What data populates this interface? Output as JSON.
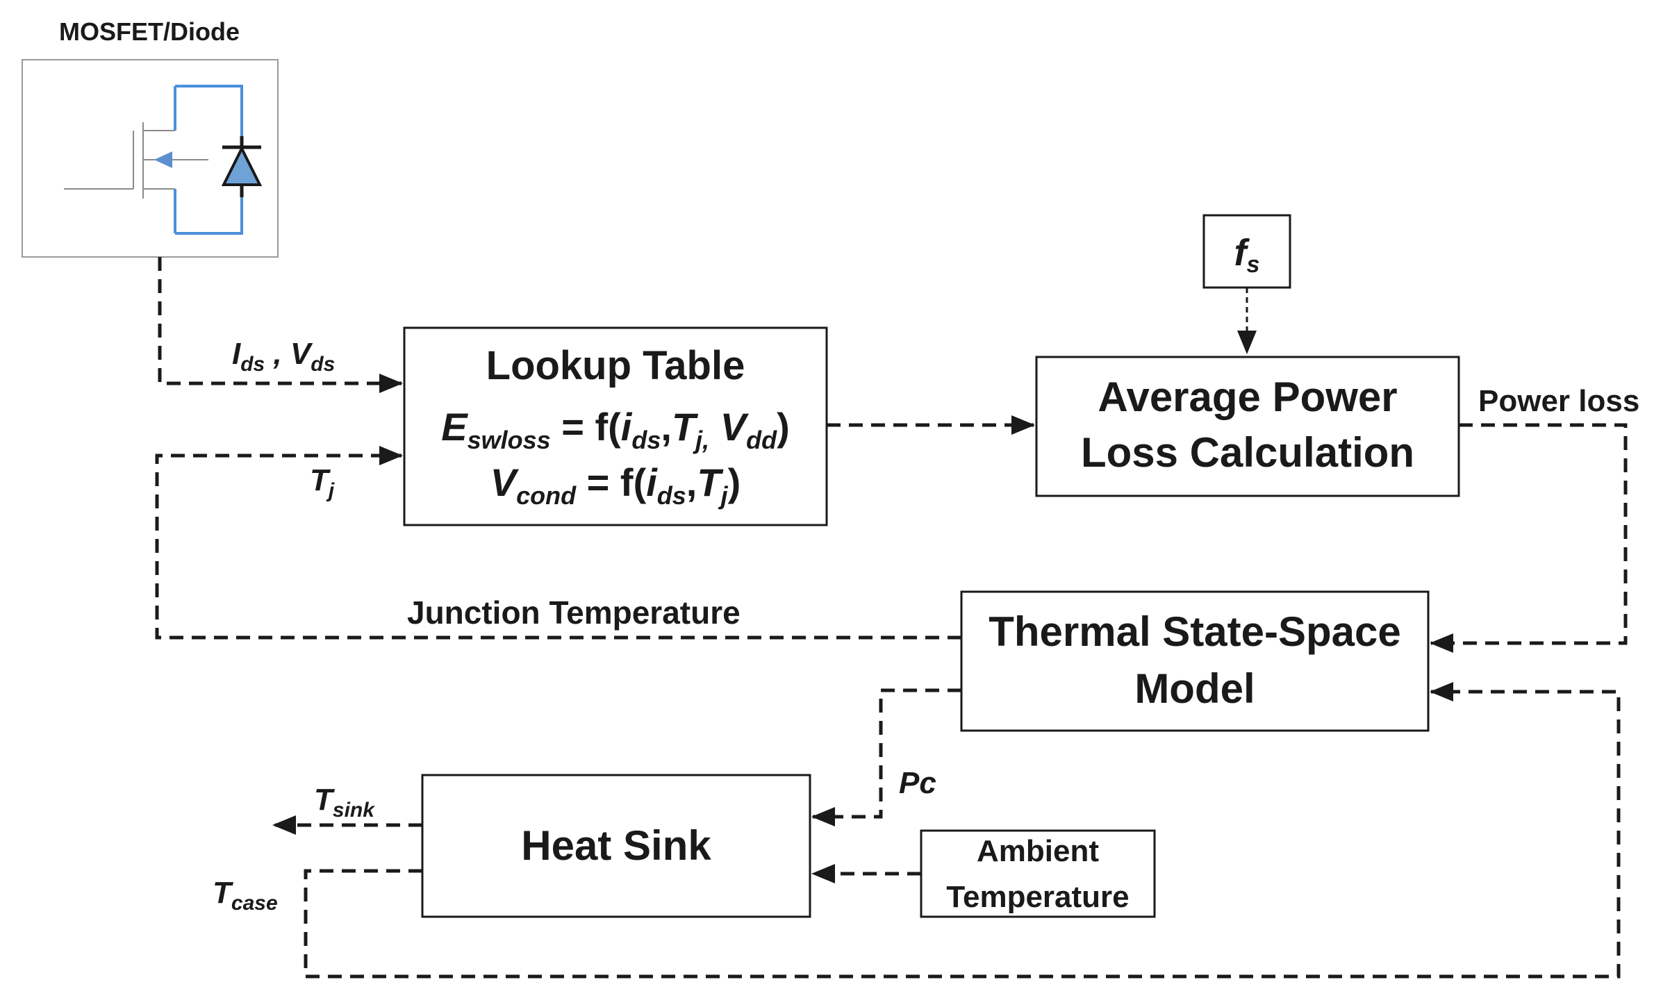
{
  "mosfet": {
    "title": "MOSFET/Diode"
  },
  "fs_box": {
    "base": "f",
    "sub": "s"
  },
  "lookup": {
    "title": "Lookup Table",
    "eq1": {
      "E": "E",
      "E_sub": "swloss",
      "eq": " = f(",
      "i": "i",
      "i_sub": "ds",
      "comma1": ",",
      "T": "T",
      "T_sub": "j,",
      "V": " V",
      "V_sub": "dd",
      "close": ")"
    },
    "eq2": {
      "V": "V",
      "V_sub": "cond",
      "eq": " = f(",
      "i": "i",
      "i_sub": "ds",
      "comma": ",",
      "T": "T",
      "T_sub": "j",
      "close": ")"
    }
  },
  "avg_power": {
    "line1": "Average Power",
    "line2": "Loss Calculation"
  },
  "thermal": {
    "line1": "Thermal State-Space",
    "line2": "Model"
  },
  "heatsink": {
    "title": "Heat Sink"
  },
  "ambient": {
    "line1": "Ambient",
    "line2": "Temperature"
  },
  "labels": {
    "ids_vds": {
      "I": "I",
      "I_sub": "ds",
      "sep": " , ",
      "V": "V",
      "V_sub": "ds"
    },
    "tj": {
      "T": "T",
      "T_sub": "j"
    },
    "power_loss": "Power loss",
    "junction_temperature": "Junction Temperature",
    "pc": "Pc",
    "tsink": {
      "T": "T",
      "T_sub": "sink"
    },
    "tcase": {
      "T": "T",
      "T_sub": "case"
    }
  },
  "colors": {
    "line": "#1a1a1a",
    "accent_blue": "#4a90d9",
    "diode_fill": "#6fa3d8",
    "box_border": "#9a9a9a"
  }
}
